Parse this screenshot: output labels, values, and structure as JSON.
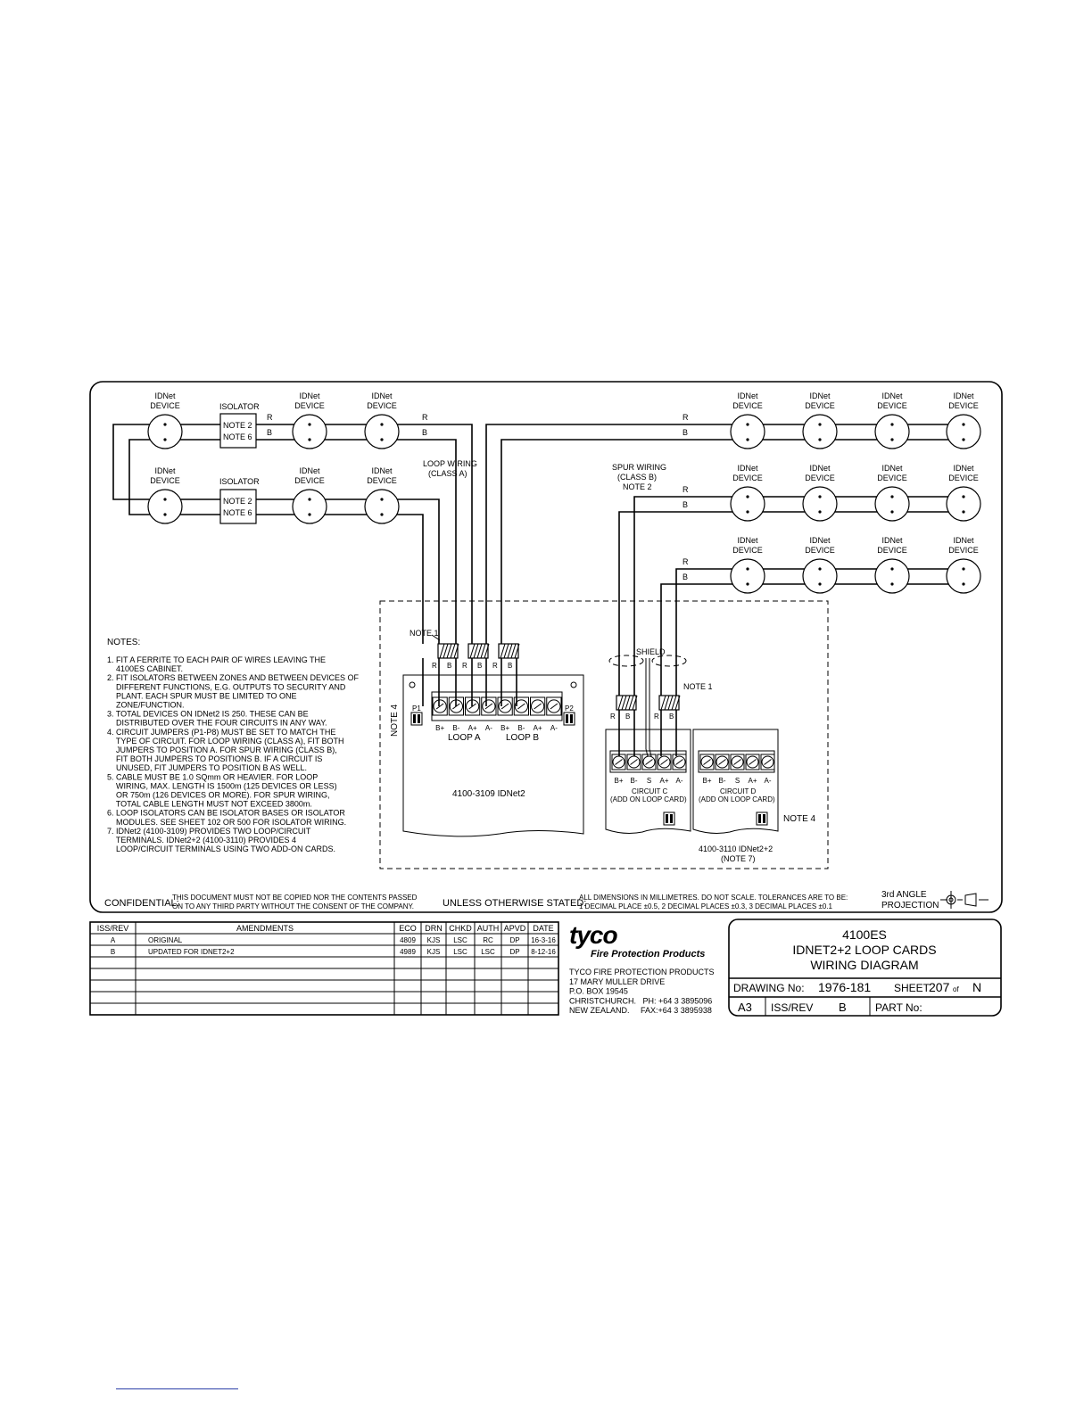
{
  "colors": {
    "ink": "#000000",
    "footnote_rule": "#2b3fa8"
  },
  "labels": {
    "idnet": "IDNet",
    "device": "DEVICE",
    "isolator": "ISOLATOR",
    "note2": "NOTE 2",
    "note6": "NOTE 6",
    "r": "R",
    "b": "B",
    "loop_wiring": "LOOP WIRING",
    "class_a": "(CLASS A)",
    "spur_wiring": "SPUR WIRING",
    "class_b": "(CLASS B)",
    "note_2": "NOTE 2",
    "note_1": "NOTE 1",
    "note_4": "NOTE 4",
    "shield": "SHIELD",
    "p1": "P1",
    "p2": "P2",
    "loop_a": "LOOP A",
    "loop_b": "LOOP B",
    "card_main": "4100-3109 IDNet2",
    "circuit_c": "CIRCUIT C",
    "circuit_d": "CIRCUIT D",
    "add_on": "(ADD ON LOOP CARD)",
    "card_addon": "4100-3110 IDNet2+2",
    "note7": "(NOTE 7)",
    "terms_main": [
      "B+",
      "B-",
      "A+",
      "A-",
      "B+",
      "B-",
      "A+",
      "A-"
    ],
    "terms_addon": [
      "B+",
      "B-",
      "S",
      "A+",
      "A-"
    ],
    "wire_rb": [
      "R",
      "B",
      "R",
      "B",
      "R",
      "B"
    ]
  },
  "notes": {
    "title": "NOTES:",
    "lines": [
      "1. FIT A FERRITE TO EACH PAIR OF WIRES LEAVING THE",
      "    4100ES CABINET.",
      "2. FIT ISOLATORS BETWEEN ZONES AND BETWEEN DEVICES OF",
      "    DIFFERENT FUNCTIONS, E.G. OUTPUTS TO SECURITY AND",
      "    PLANT. EACH SPUR MUST BE LIMITED TO ONE",
      "    ZONE/FUNCTION.",
      "3. TOTAL DEVICES ON IDNet2 IS 250. THESE CAN BE",
      "    DISTRIBUTED OVER THE FOUR CIRCUITS IN ANY WAY.",
      "4. CIRCUIT JUMPERS (P1-P8) MUST BE SET TO MATCH THE",
      "    TYPE OF CIRCUIT. FOR LOOP WIRING (CLASS A), FIT BOTH",
      "    JUMPERS TO POSITION A. FOR SPUR WIRING (CLASS B),",
      "    FIT BOTH JUMPERS TO POSITIONS B. IF A CIRCUIT IS",
      "    UNUSED, FIT JUMPERS TO POSITION B AS WELL.",
      "5. CABLE MUST BE 1.0 SQmm OR HEAVIER. FOR LOOP",
      "    WIRING, MAX. LENGTH IS 1500m (125 DEVICES OR LESS)",
      "    OR 750m (126 DEVICES OR MORE). FOR SPUR WIRING,",
      "    TOTAL CABLE LENGTH MUST NOT EXCEED 3800m.",
      "6. LOOP ISOLATORS CAN BE ISOLATOR BASES OR ISOLATOR",
      "    MODULES. SEE SHEET 102 OR 500 FOR ISOLATOR WIRING.",
      "7. IDNet2 (4100-3109) PROVIDES TWO LOOP/CIRCUIT",
      "    TERMINALS. IDNet2+2 (4100-3110) PROVIDES 4",
      "    LOOP/CIRCUIT TERMINALS USING TWO ADD-ON CARDS."
    ]
  },
  "footer": {
    "confidential_label": "CONFIDENTIAL:",
    "confidential_1": "THIS DOCUMENT MUST NOT BE COPIED NOR THE CONTENTS PASSED",
    "confidential_2": "ON TO ANY THIRD PARTY WITHOUT THE CONSENT OF THE COMPANY.",
    "unless": "UNLESS OTHERWISE STATED:",
    "dims_1": "ALL DIMENSIONS IN MILLIMETRES. DO NOT SCALE. TOLERANCES ARE TO BE:",
    "dims_2": "1 DECIMAL PLACE ±0.5, 2 DECIMAL PLACES ±0.3, 3 DECIMAL PLACES ±0.1",
    "angle_1": "3rd ANGLE",
    "angle_2": "PROJECTION"
  },
  "revisions": {
    "headers": [
      "ISS/REV",
      "AMENDMENTS",
      "ECO",
      "DRN",
      "CHKD",
      "AUTH",
      "APVD",
      "DATE"
    ],
    "rows": [
      [
        "A",
        "ORIGINAL",
        "4809",
        "KJS",
        "LSC",
        "RC",
        "DP",
        "16-3-16"
      ],
      [
        "B",
        "UPDATED FOR IDNET2+2",
        "4989",
        "KJS",
        "LSC",
        "LSC",
        "DP",
        "8-12-16"
      ]
    ]
  },
  "company": {
    "logo": "tyco",
    "tagline": "Fire Protection Products",
    "address": [
      "TYCO FIRE PROTECTION PRODUCTS",
      "17 MARY MULLER DRIVE",
      "P.O. BOX 19545",
      "CHRISTCHURCH.   PH: +64 3 3895096",
      "NEW ZEALAND.     FAX:+64 3 3895938"
    ]
  },
  "title_block": {
    "line1": "4100ES",
    "line2": "IDNET2+2 LOOP CARDS",
    "line3": "WIRING DIAGRAM",
    "drawing_label": "DRAWING No:",
    "drawing_no": "1976-181",
    "sheet_label": "SHEET",
    "sheet_no": "207",
    "of": "of",
    "sheet_total": "N",
    "size": "A3",
    "iss_label": "ISS/REV",
    "iss": "B",
    "part_label": "PART No:"
  }
}
